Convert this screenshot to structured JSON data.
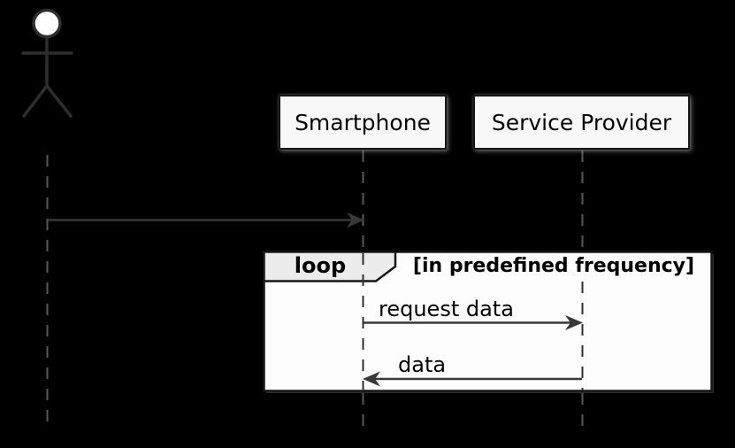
{
  "diagram": {
    "type": "uml-sequence-diagram",
    "background_color": "#000000",
    "participants": {
      "actor": {
        "kind": "stick-figure",
        "label": ""
      },
      "smartphone": {
        "kind": "box",
        "label": "Smartphone"
      },
      "service_provider": {
        "kind": "box",
        "label": "Service Provider"
      }
    },
    "loop": {
      "operator": "loop",
      "condition": "[in predefined frequency]"
    },
    "messages": [
      {
        "from": "actor",
        "to": "smartphone",
        "label": ""
      },
      {
        "from": "smartphone",
        "to": "service_provider",
        "label": "request data"
      },
      {
        "from": "service_provider",
        "to": "smartphone",
        "label": "data"
      }
    ],
    "colors": {
      "box_fill": "#f8f8f8",
      "box_border": "#161616",
      "frame_fill": "#fdfdfd",
      "pentagon_fill": "#ececec",
      "arrow": "#383838",
      "lifeline_outside_frame": "#585858",
      "lifeline_inside_frame": "#2f2f2f",
      "text": "#000000"
    }
  }
}
